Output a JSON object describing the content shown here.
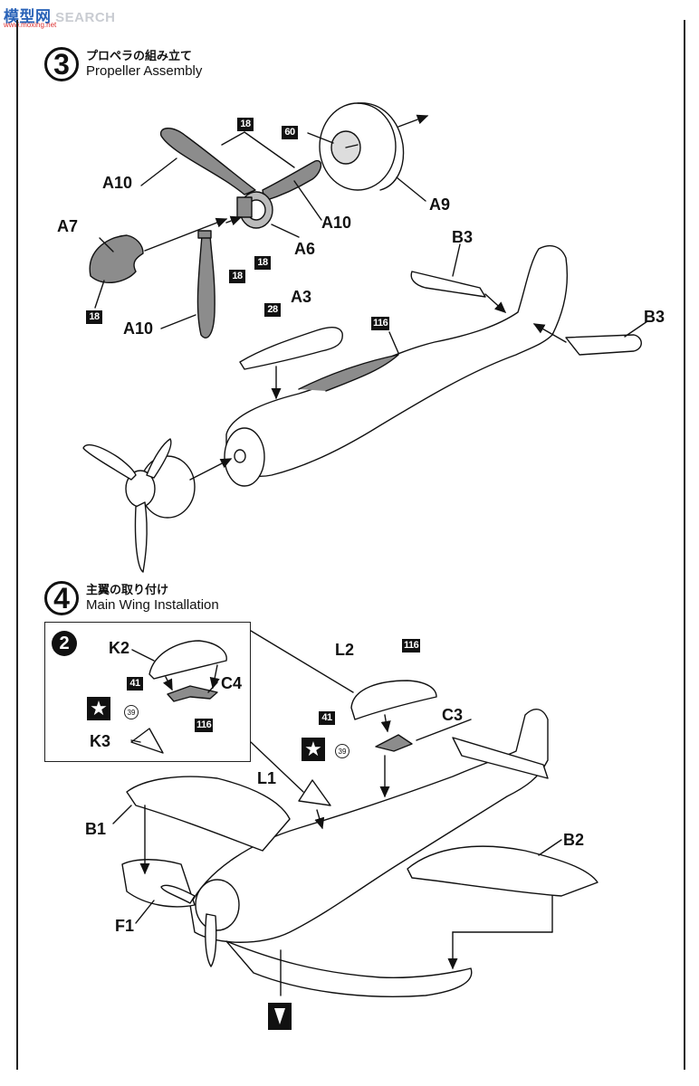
{
  "watermark": {
    "brand_cn": "模型网",
    "brand_en": "SEARCH",
    "sub": "www.moxing.net"
  },
  "steps": [
    {
      "number": "3",
      "title_jp": "プロペラの組み立て",
      "title_en": "Propeller Assembly"
    },
    {
      "number": "4",
      "title_jp": "主翼の取り付け",
      "title_en": "Main Wing Installation"
    }
  ],
  "step3_labels": {
    "a10_top": "A10",
    "a10_right": "A10",
    "a10_bottom": "A10",
    "a6": "A6",
    "a7": "A7",
    "a9": "A9",
    "a3": "A3",
    "b3_top": "B3",
    "b3_right": "B3"
  },
  "step3_badges": {
    "c18_top": "18",
    "c60": "60",
    "c18_mid": "18",
    "c18_left": "18",
    "c18_bottom": "18",
    "c28": "28",
    "c116": "116"
  },
  "step4_labels": {
    "sub_number": "2",
    "k2": "K2",
    "c4": "C4",
    "k3": "K3",
    "l2": "L2",
    "c3": "C3",
    "l1": "L1",
    "b1": "B1",
    "b2": "B2",
    "f1": "F1"
  },
  "step4_badges": {
    "inset_41": "41",
    "inset_39": "39",
    "inset_116": "116",
    "main_116": "116",
    "main_41": "41",
    "main_39": "39"
  },
  "colors": {
    "grey_part": "#8c8c8c",
    "ink": "#111111"
  }
}
